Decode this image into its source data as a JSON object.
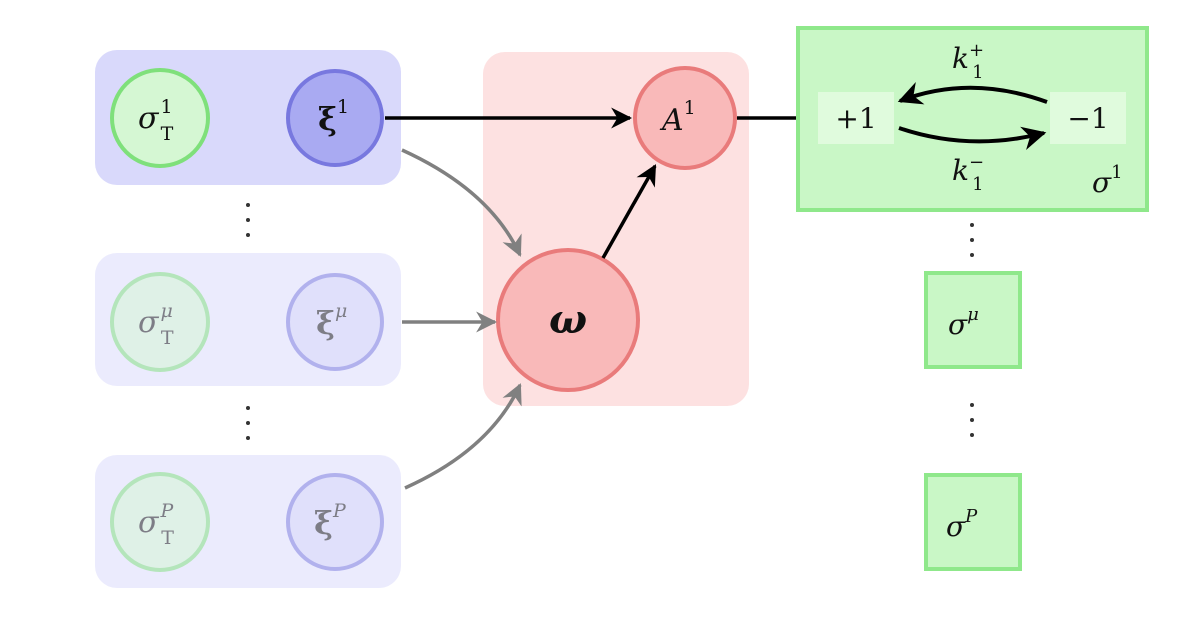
{
  "inputs": [
    {
      "target": {
        "base": "σ",
        "sup": "1",
        "sub": "T"
      },
      "pattern": {
        "base": "ξ",
        "sup": "1"
      },
      "active": true
    },
    {
      "target": {
        "base": "σ",
        "sup": "μ",
        "sub": "T"
      },
      "pattern": {
        "base": "ξ",
        "sup": "μ"
      },
      "active": false
    },
    {
      "target": {
        "base": "σ",
        "sup": "P",
        "sub": "T"
      },
      "pattern": {
        "base": "ξ",
        "sup": "P"
      },
      "active": false
    }
  ],
  "weights": {
    "base": "ω"
  },
  "activation": {
    "base": "A",
    "sup": "1"
  },
  "output": {
    "states": [
      "+1",
      "−1"
    ],
    "rate_plus": {
      "base": "k",
      "sup": "+",
      "sub": "1"
    },
    "rate_minus": {
      "base": "k",
      "sup": "−",
      "sub": "1"
    },
    "label": {
      "base": "σ",
      "sup": "1"
    }
  },
  "outputs_other": [
    {
      "base": "σ",
      "sup": "μ"
    },
    {
      "base": "σ",
      "sup": "P"
    }
  ],
  "colors": {
    "blue_group": "#d9d9fb",
    "green_node": "#d5f7d3",
    "blue_node": "#a9aaf2",
    "red_group": "#fde1e1",
    "red_node": "#f9b9b9",
    "green_box": "#c9f7c6"
  }
}
